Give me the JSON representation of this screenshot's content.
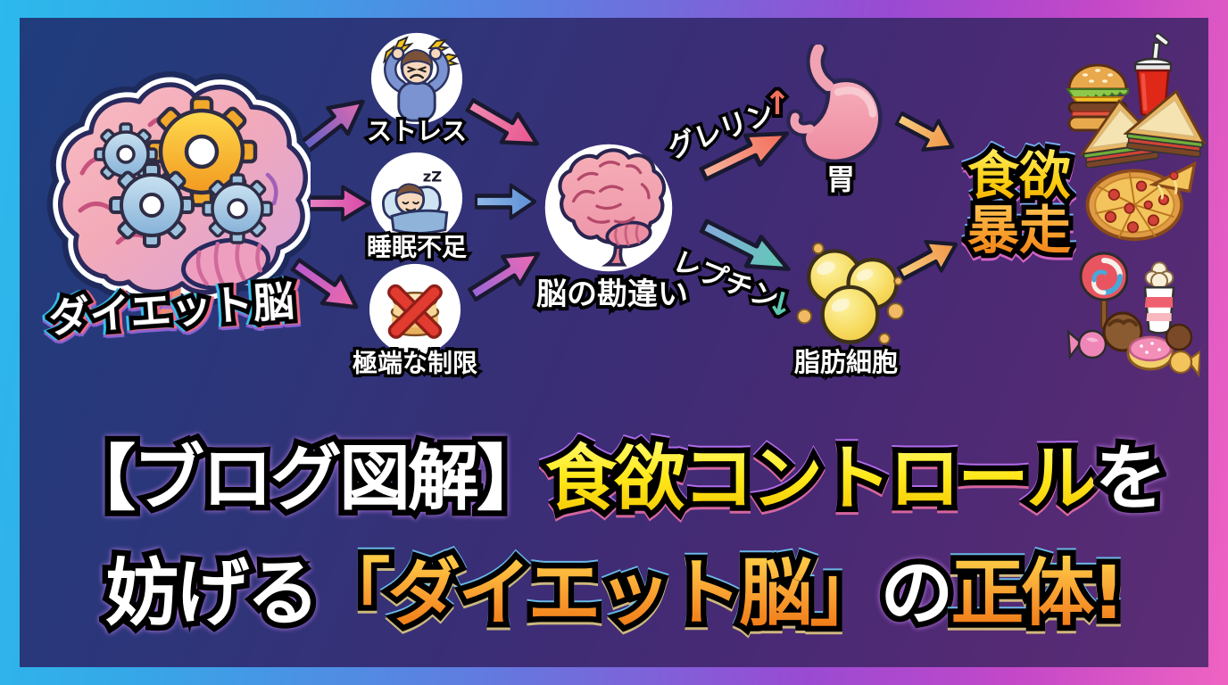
{
  "nodes": {
    "source": {
      "label": "ダイエット脳"
    },
    "factors": [
      {
        "label": "ストレス"
      },
      {
        "label": "睡眠不足",
        "zzz": "zZ"
      },
      {
        "label": "極端な制限"
      }
    ],
    "center": {
      "label": "脳の勘違い"
    },
    "hormone_up": {
      "label": "グレリン",
      "arrow": "↑"
    },
    "hormone_down": {
      "label": "レプチン",
      "arrow": "↓"
    },
    "stomach": {
      "label": "胃"
    },
    "fat": {
      "label": "脂肪細胞"
    },
    "result": {
      "line1": "食欲",
      "line2": "暴走"
    }
  },
  "title": {
    "line1": {
      "seg1": "【ブログ図解】",
      "seg2": "食欲コントロール",
      "seg3": "を"
    },
    "line2": {
      "seg1": "妨げる",
      "seg2": "「ダイエット脳」",
      "seg3": "の",
      "seg4": "正体!"
    }
  },
  "colors": {
    "frame_gradient": [
      "#2cb9ec",
      "#5f7de0",
      "#9a4ad2",
      "#ef63c2"
    ],
    "background_gradient": [
      "#1f3d7c",
      "#3a2e76",
      "#5c2d76"
    ],
    "title_yellow": "#ffe81a",
    "title_orange": "#f89b2e",
    "result_yellow": "#fbce10",
    "result_orange": "#f79a28",
    "ghrelin_arrow": "#f26b58",
    "leptin_arrow": "#5ecab2",
    "flow_arrow_orange": "#f09448",
    "flow_arrow_pink": "#e66aae",
    "flow_arrow_blue": "#5d8fd6"
  }
}
